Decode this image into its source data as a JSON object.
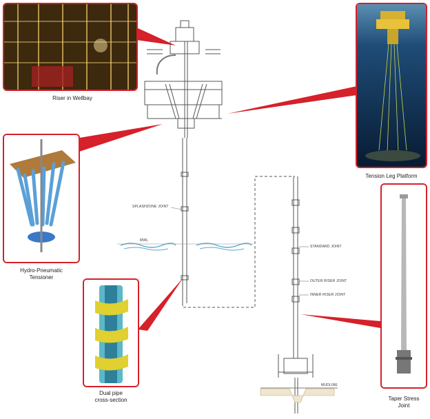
{
  "captions": {
    "riser_wellbay": "Riser in Wellbay",
    "tlp": "Tension Leg Platform",
    "tensioner_line1": "Hydro-Pneumatic",
    "tensioner_line2": "Tensioner",
    "dual_pipe_line1": "Dual pipe",
    "dual_pipe_line2": "cross-section",
    "taper_line1": "Taper Stress",
    "taper_line2": "Joint"
  },
  "labels": {
    "splash_zone": "SPLASHZONE JOINT",
    "mwl": "MWL",
    "standard_joint": "STANDARD JOINT",
    "outer_riser_joint": "OUTER RISER JOINT",
    "inner_riser_joint": "INNER RISER JOINT",
    "mudline": "MUDLINE"
  },
  "colors": {
    "accent_red": "#d6202a",
    "water_blue": "#5aa9cf"
  }
}
